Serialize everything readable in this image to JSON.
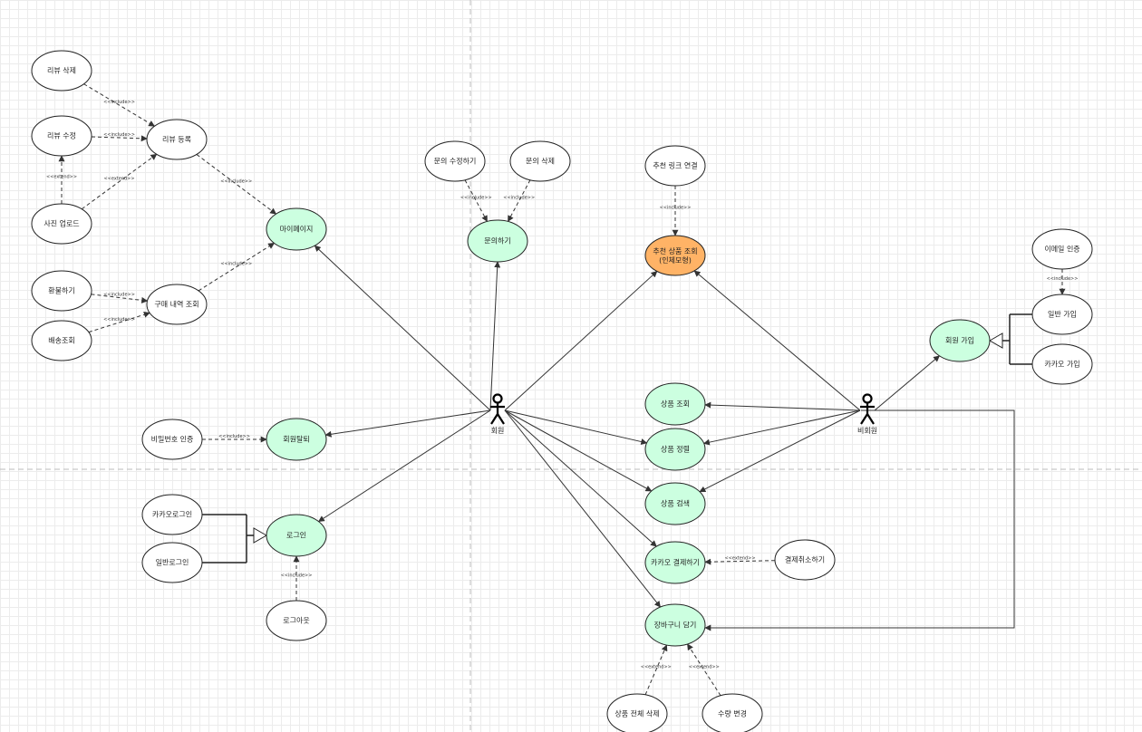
{
  "diagram": {
    "colors": {
      "highlight": "#ccffe0",
      "special": "#ffb366",
      "plain": "#ffffff",
      "stroke": "#222222"
    },
    "actors": [
      {
        "id": "member",
        "label": "회원"
      },
      {
        "id": "guest",
        "label": "비회원"
      }
    ],
    "use_cases": [
      {
        "id": "review_delete",
        "label": "리뷰 삭제",
        "style": "plain"
      },
      {
        "id": "review_edit",
        "label": "리뷰 수정",
        "style": "plain"
      },
      {
        "id": "review_register",
        "label": "리뷰 등록",
        "style": "plain"
      },
      {
        "id": "photo_upload",
        "label": "사진 업로드",
        "style": "plain"
      },
      {
        "id": "mypage",
        "label": "마이페이지",
        "style": "highlight"
      },
      {
        "id": "refund",
        "label": "환불하기",
        "style": "plain"
      },
      {
        "id": "purchase_history",
        "label": "구매 내역 조회",
        "style": "plain"
      },
      {
        "id": "delivery",
        "label": "배송조회",
        "style": "plain"
      },
      {
        "id": "inquiry_edit",
        "label": "문의 수정하기",
        "style": "plain"
      },
      {
        "id": "inquiry_delete",
        "label": "문의 삭제",
        "style": "plain"
      },
      {
        "id": "inquiry",
        "label": "문의하기",
        "style": "highlight"
      },
      {
        "id": "rec_link",
        "label": "추천 링크 연결",
        "style": "plain"
      },
      {
        "id": "rec_product",
        "label": "추천 상품 조회\n(인체모형)",
        "style": "special"
      },
      {
        "id": "email_verify",
        "label": "이메일 인증",
        "style": "plain"
      },
      {
        "id": "normal_signup",
        "label": "일반 가입",
        "style": "plain"
      },
      {
        "id": "signup",
        "label": "회원 가입",
        "style": "highlight"
      },
      {
        "id": "kakao_signup",
        "label": "카카오 가입",
        "style": "plain"
      },
      {
        "id": "pw_verify",
        "label": "비밀번호 인증",
        "style": "plain"
      },
      {
        "id": "withdraw",
        "label": "회원탈퇴",
        "style": "highlight"
      },
      {
        "id": "product_view",
        "label": "상품 조회",
        "style": "highlight"
      },
      {
        "id": "product_sort",
        "label": "상품 정렬",
        "style": "highlight"
      },
      {
        "id": "product_search",
        "label": "상품 검색",
        "style": "highlight"
      },
      {
        "id": "kakao_login",
        "label": "카카오로그인",
        "style": "plain"
      },
      {
        "id": "normal_login",
        "label": "일반로그인",
        "style": "plain"
      },
      {
        "id": "login",
        "label": "로그인",
        "style": "highlight"
      },
      {
        "id": "logout",
        "label": "로그아웃",
        "style": "plain"
      },
      {
        "id": "kakao_pay",
        "label": "카카오 결제하기",
        "style": "highlight"
      },
      {
        "id": "pay_cancel",
        "label": "결제취소하기",
        "style": "plain"
      },
      {
        "id": "cart",
        "label": "장바구니 담기",
        "style": "highlight"
      },
      {
        "id": "delete_all",
        "label": "상품 전체 삭제",
        "style": "plain"
      },
      {
        "id": "qty_change",
        "label": "수량 변경",
        "style": "plain"
      }
    ],
    "relations": [
      {
        "id": "r1",
        "type": "dep",
        "from": "review_delete",
        "to": "review_register",
        "stereotype": "<<include>>"
      },
      {
        "id": "r2",
        "type": "dep",
        "from": "review_edit",
        "to": "review_register",
        "stereotype": "<<include>>"
      },
      {
        "id": "r3",
        "type": "dep",
        "from": "photo_upload",
        "to": "review_edit",
        "stereotype": "<<extend>>"
      },
      {
        "id": "r4",
        "type": "dep",
        "from": "photo_upload",
        "to": "review_register",
        "stereotype": "<<extend>>"
      },
      {
        "id": "r5",
        "type": "dep",
        "from": "review_register",
        "to": "mypage",
        "stereotype": "<<include>>"
      },
      {
        "id": "r6",
        "type": "dep",
        "from": "refund",
        "to": "purchase_history",
        "stereotype": "<<include>>"
      },
      {
        "id": "r7",
        "type": "dep",
        "from": "delivery",
        "to": "purchase_history",
        "stereotype": "<<include>>"
      },
      {
        "id": "r8",
        "type": "dep",
        "from": "purchase_history",
        "to": "mypage",
        "stereotype": "<<include>>"
      },
      {
        "id": "r9",
        "type": "dep",
        "from": "inquiry_edit",
        "to": "inquiry",
        "stereotype": "<<include>>"
      },
      {
        "id": "r10",
        "type": "dep",
        "from": "inquiry_delete",
        "to": "inquiry",
        "stereotype": "<<include>>"
      },
      {
        "id": "r11",
        "type": "dep",
        "from": "rec_link",
        "to": "rec_product",
        "stereotype": "<<include>>"
      },
      {
        "id": "r12",
        "type": "dep",
        "from": "email_verify",
        "to": "normal_signup",
        "stereotype": "<<include>>"
      },
      {
        "id": "r13",
        "type": "dep",
        "from": "pw_verify",
        "to": "withdraw",
        "stereotype": "<<include>>"
      },
      {
        "id": "r14",
        "type": "dep",
        "from": "logout",
        "to": "login",
        "stereotype": "<<include>>"
      },
      {
        "id": "r15",
        "type": "dep",
        "from": "pay_cancel",
        "to": "kakao_pay",
        "stereotype": "<<extend>>"
      },
      {
        "id": "r16",
        "type": "dep",
        "from": "delete_all",
        "to": "cart",
        "stereotype": "<<extend>>"
      },
      {
        "id": "r17",
        "type": "dep",
        "from": "qty_change",
        "to": "cart",
        "stereotype": "<<extend>>"
      },
      {
        "id": "a1",
        "type": "assoc",
        "from": "member",
        "to": "mypage"
      },
      {
        "id": "a2",
        "type": "assoc",
        "from": "member",
        "to": "inquiry"
      },
      {
        "id": "a3",
        "type": "assoc",
        "from": "member",
        "to": "rec_product"
      },
      {
        "id": "a4",
        "type": "assoc",
        "from": "member",
        "to": "withdraw"
      },
      {
        "id": "a5",
        "type": "assoc",
        "from": "member",
        "to": "login"
      },
      {
        "id": "a6",
        "type": "assoc",
        "from": "member",
        "to": "product_sort"
      },
      {
        "id": "a7",
        "type": "assoc",
        "from": "member",
        "to": "product_search"
      },
      {
        "id": "a8",
        "type": "assoc",
        "from": "member",
        "to": "kakao_pay"
      },
      {
        "id": "a9",
        "type": "assoc",
        "from": "member",
        "to": "cart"
      },
      {
        "id": "a10",
        "type": "assoc",
        "from": "guest",
        "to": "rec_product"
      },
      {
        "id": "a11",
        "type": "assoc",
        "from": "guest",
        "to": "signup"
      },
      {
        "id": "a12",
        "type": "assoc",
        "from": "guest",
        "to": "product_view"
      },
      {
        "id": "a13",
        "type": "assoc",
        "from": "guest",
        "to": "product_sort"
      },
      {
        "id": "a14",
        "type": "assoc",
        "from": "guest",
        "to": "product_search"
      },
      {
        "id": "a15",
        "type": "assoc",
        "from": "guest",
        "to": "cart"
      }
    ],
    "generalizations": [
      {
        "id": "g1",
        "parent": "login",
        "children": [
          "kakao_login",
          "normal_login"
        ]
      },
      {
        "id": "g2",
        "parent": "signup",
        "children": [
          "normal_signup",
          "kakao_signup"
        ]
      }
    ]
  }
}
